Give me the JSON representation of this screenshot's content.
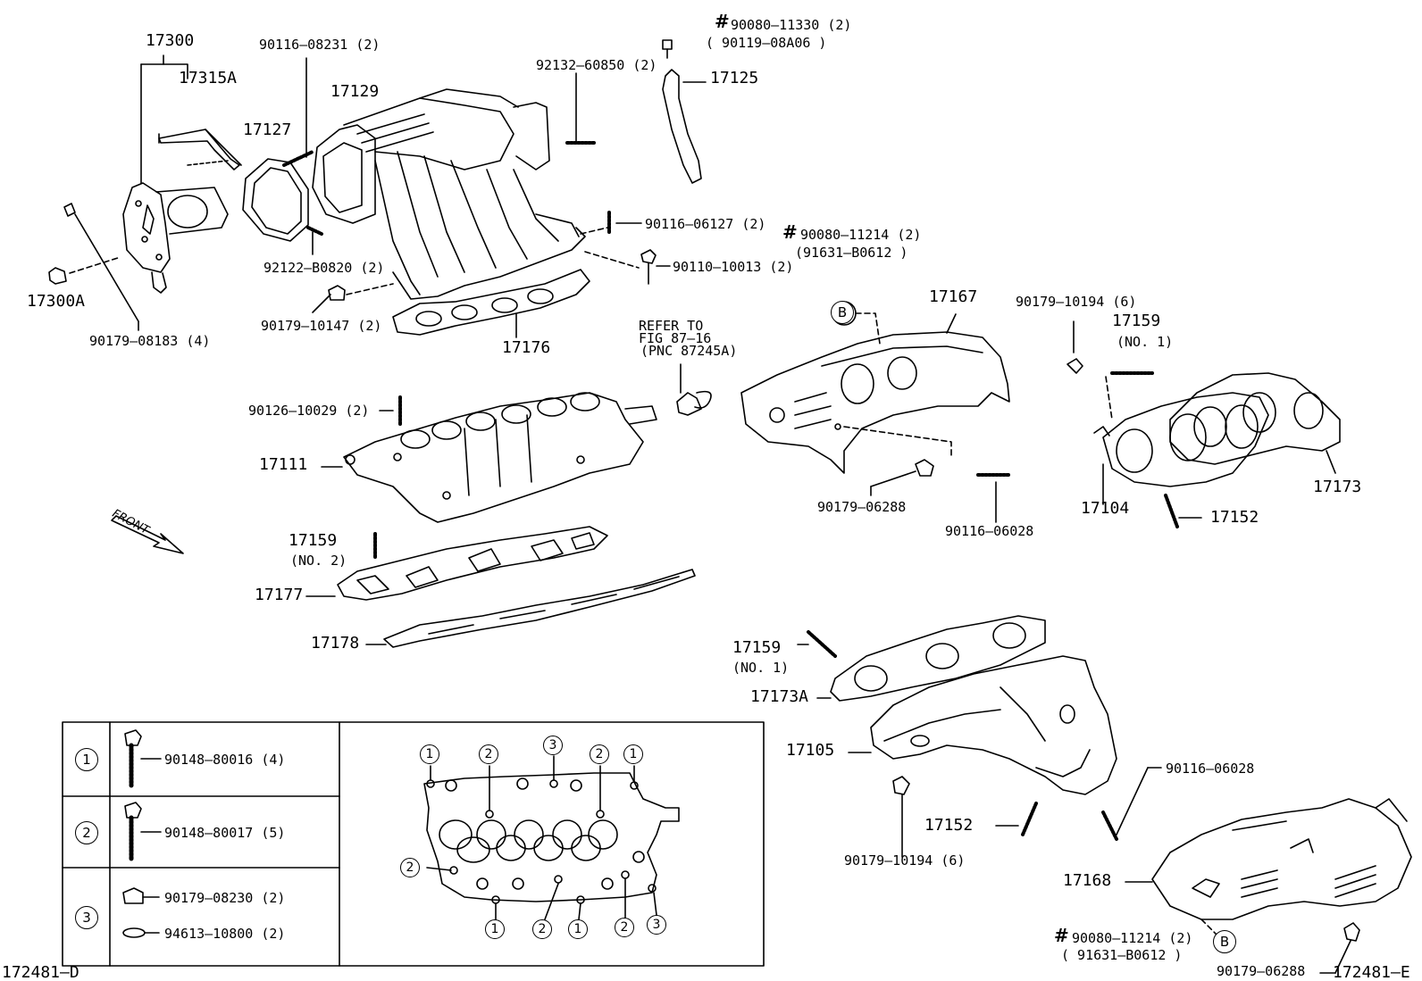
{
  "diagram_ref_left": "172481–D",
  "diagram_ref_right": "172481–E",
  "front_label": "FRONT",
  "refer_note": [
    "REFER TO",
    "FIG 87–16",
    "(PNC 87245A)"
  ],
  "parts": {
    "p17300": "17300",
    "p17315A": "17315A",
    "p17300A": "17300A",
    "p90179_08183": "90179–08183 (4)",
    "p90116_08231": "90116–08231 (2)",
    "p17129": "17129",
    "p17127": "17127",
    "p92122_B0820": "92122–B0820 (2)",
    "p90179_10147": "90179–10147 (2)",
    "p17176": "17176",
    "p90080_11330": "90080–11330 (2)",
    "p90119_08A06": "( 90119–08A06 )",
    "p92132_60850": "92132–60850 (2)",
    "p17125": "17125",
    "p90116_06127": "90116–06127 (2)",
    "p90110_10013": "90110–10013 (2)",
    "p90080_11214_a": "90080–11214 (2)",
    "p91631_B0612_a": "(91631–B0612 )",
    "p17167": "17167",
    "p90179_10194_a": "90179–10194 (6)",
    "p17159_a": "17159",
    "p17159_a_no": "(NO. 1)",
    "p90126_10029": "90126–10029 (2)",
    "p17111": "17111",
    "p17159_b": "17159",
    "p17159_b_no": "(NO. 2)",
    "p17177": "17177",
    "p17178": "17178",
    "p90179_06288_a": "90179–06288",
    "p90116_06028_a": "90116–06028",
    "p17104": "17104",
    "p17152_a": "17152",
    "p17173": "17173",
    "p17159_c": "17159",
    "p17159_c_no": "(NO. 1)",
    "p17173A": "17173A",
    "p17105": "17105",
    "p90116_06028_b": "90116–06028",
    "p17152_b": "17152",
    "p90179_10194_b": "90179–10194 (6)",
    "p17168": "17168",
    "p90080_11214_b": "90080–11214 (2)",
    "p91631_B0612_b": "( 91631–B0612 )",
    "p90179_06288_b": "90179–06288"
  },
  "callout_B": "B",
  "hash_mark": "#",
  "legend": {
    "rows": [
      {
        "key": "1",
        "parts": [
          "90148–80016 (4)"
        ]
      },
      {
        "key": "2",
        "parts": [
          "90148–80017 (5)"
        ]
      },
      {
        "key": "3",
        "parts": [
          "90179–08230 (2)",
          "94613–10800 (2)"
        ]
      }
    ],
    "top_markers": [
      "1",
      "2",
      "3",
      "2",
      "1"
    ],
    "bottom_markers": [
      "1",
      "2",
      "1",
      "2",
      "3"
    ],
    "side_marker": "2"
  }
}
